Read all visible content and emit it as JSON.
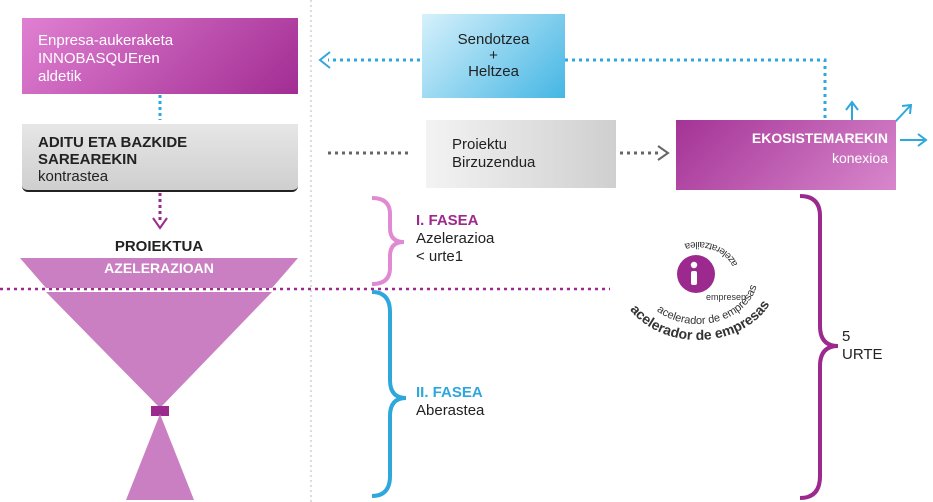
{
  "colors": {
    "magenta": "#9c2a8e",
    "magenta_light": "#e08ad3",
    "cyan": "#2ea7dc",
    "cyan_light": "#aee3f7",
    "grey": "#d6d6d6",
    "funnel": "#c97fc2",
    "dark_text": "#222222"
  },
  "boxes": {
    "selection": "Enpresa-aukeraketa\nINNOBASQUEren\naldetik",
    "consolidate": "Sendotzea\n+\nHeltzea",
    "expert": "ADITU ETA BAZKIDE\nSAREAREKIN",
    "expert_sub": "kontrastea",
    "project": "Proiektu\nBirzuzendua",
    "ecosystem_title": "EKOSISTEMAREKIN",
    "ecosystem_sub": "konexioa"
  },
  "funnel": {
    "title": "PROIEKTUA",
    "band": "AZELERAZIOAN"
  },
  "phases": {
    "phase1_title": "I. FASEA",
    "phase1_line1": "Azelerazioa",
    "phase1_line2": "< urte1",
    "phase2_title": "II. FASEA",
    "phase2_line1": "Aberastea",
    "total": "5\nURTE"
  },
  "logo": {
    "ring_outer": "acelerador de empresas",
    "ring_mid": "acelerador de empresas",
    "ring_inner": "azeleratzailea",
    "inner_small": "empresen",
    "icon": "logo-i-icon"
  }
}
